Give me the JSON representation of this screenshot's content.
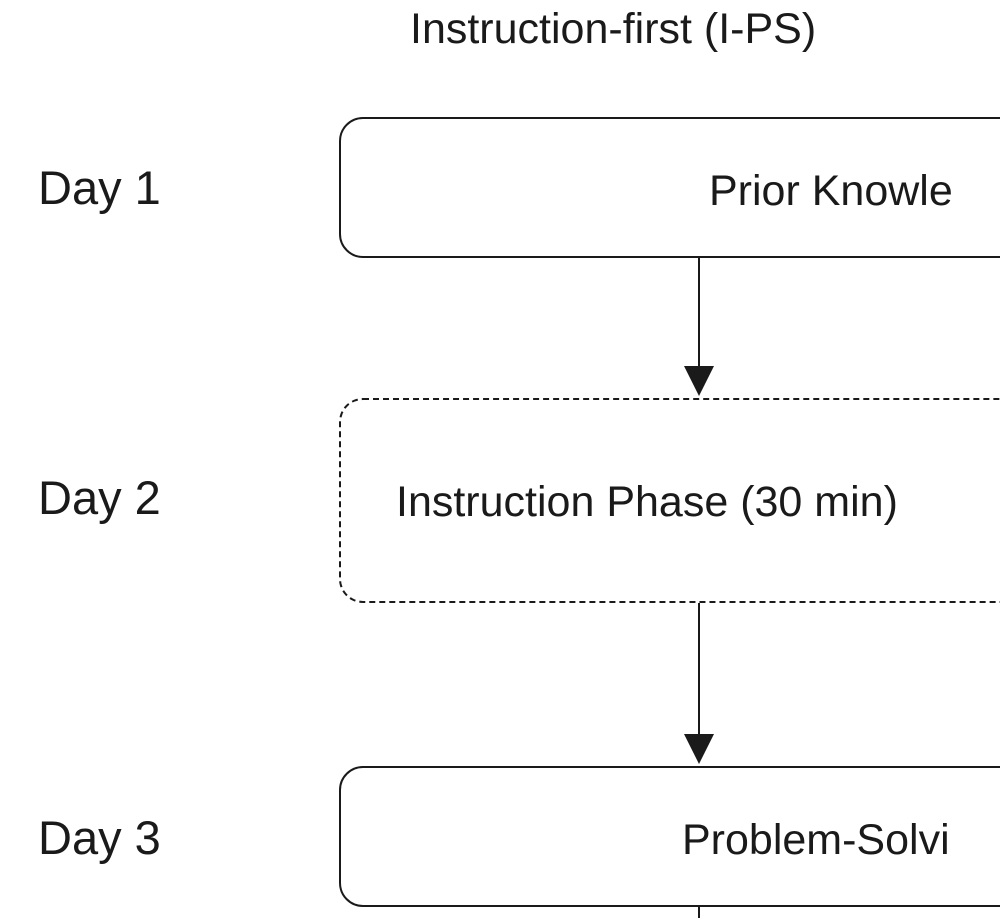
{
  "diagram": {
    "title": "Instruction-first (I-PS)",
    "days": [
      {
        "label": "Day 1",
        "step": "Prior Knowle"
      },
      {
        "label": "Day 2",
        "step": "Instruction Phase (30 min)"
      },
      {
        "label": "Day 3",
        "step": "Problem-Solvi"
      }
    ]
  }
}
